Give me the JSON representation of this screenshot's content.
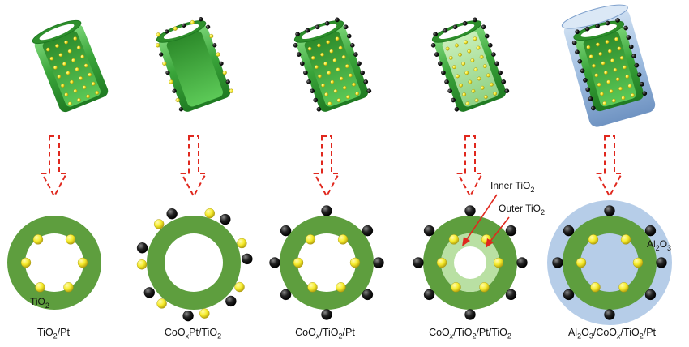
{
  "colors": {
    "tube_outer": "#3aa53a",
    "tube_light": "#7ed87a",
    "tube_dark": "#1f7a22",
    "ring_green": "#5e9e3e",
    "inner_light": "#b9e0a3",
    "alumina": "#a9c4e4",
    "pt_yellow": "#f6ec2c",
    "co_black": "#1a1a1a",
    "arrow_red": "#e0281e"
  },
  "icons": [
    "down-arrow-icon"
  ],
  "panels": [
    {
      "id": "tio2-pt",
      "caption": "TiO2/Pt",
      "caption_parts": [
        {
          "t": "TiO"
        },
        {
          "t": "2",
          "sub": true
        },
        {
          "t": "/Pt"
        }
      ]
    },
    {
      "id": "coox-pt-tio2",
      "caption": "CoOxPt/TiO2",
      "caption_parts": [
        {
          "t": "CoO"
        },
        {
          "t": "x",
          "sub": true
        },
        {
          "t": "Pt/TiO"
        },
        {
          "t": "2",
          "sub": true
        }
      ]
    },
    {
      "id": "coox-tio2-pt",
      "caption": "CoOx/TiO2/Pt",
      "caption_parts": [
        {
          "t": "CoO"
        },
        {
          "t": "x",
          "sub": true,
          "italic": true
        },
        {
          "t": "/TiO"
        },
        {
          "t": "2",
          "sub": true
        },
        {
          "t": "/Pt"
        }
      ]
    },
    {
      "id": "coox-tio2-pt-tio2",
      "caption": "CoOx/TiO2/Pt/TiO2",
      "caption_parts": [
        {
          "t": "CoO"
        },
        {
          "t": "x",
          "sub": true,
          "italic": true
        },
        {
          "t": "/TiO"
        },
        {
          "t": "2",
          "sub": true
        },
        {
          "t": "/Pt/TiO"
        },
        {
          "t": "2",
          "sub": true
        }
      ]
    },
    {
      "id": "al2o3-coox-tio2-pt",
      "caption": "Al2O3/CoOx/TiO2/Pt",
      "caption_parts": [
        {
          "t": "Al"
        },
        {
          "t": "2",
          "sub": true
        },
        {
          "t": "O"
        },
        {
          "t": "3",
          "sub": true
        },
        {
          "t": "/CoO"
        },
        {
          "t": "x",
          "sub": true,
          "italic": true
        },
        {
          "t": "/TiO"
        },
        {
          "t": "2",
          "sub": true
        },
        {
          "t": "/Pt"
        }
      ]
    }
  ],
  "labels": {
    "tio2": {
      "text": "TiO2",
      "parts": [
        {
          "t": "TiO"
        },
        {
          "t": "2",
          "sub": true
        }
      ]
    },
    "inner_tio2": {
      "text": "Inner TiO2",
      "parts": [
        {
          "t": "Inner TiO"
        },
        {
          "t": "2",
          "sub": true
        }
      ]
    },
    "outer_tio2": {
      "text": "Outer TiO2",
      "parts": [
        {
          "t": "Outer TiO"
        },
        {
          "t": "2",
          "sub": true
        }
      ]
    },
    "al2o3": {
      "text": "Al2O3",
      "parts": [
        {
          "t": "Al"
        },
        {
          "t": "2",
          "sub": true
        },
        {
          "t": "O"
        },
        {
          "t": "3",
          "sub": true
        }
      ]
    }
  }
}
